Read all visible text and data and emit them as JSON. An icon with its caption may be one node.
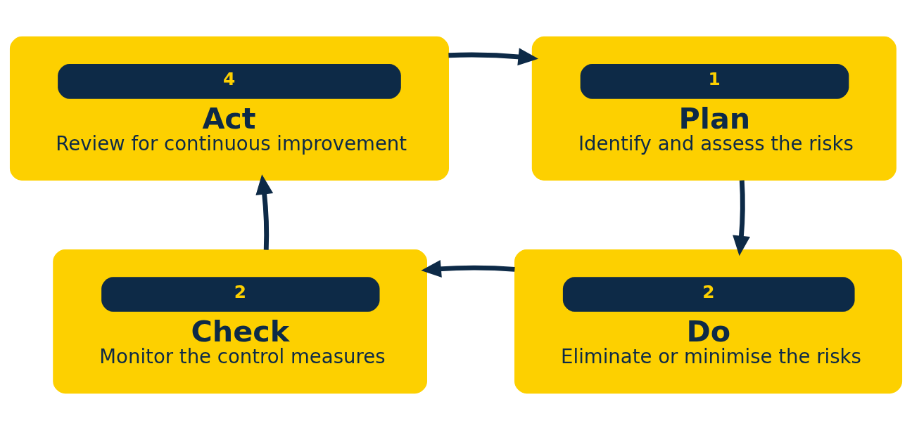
{
  "diagram": {
    "nodes": [
      {
        "text": [
          "4",
          "Act",
          "Review for continuous improvement"
        ]
      },
      {
        "text": [
          "1",
          "Plan",
          "Identify and assess the risks"
        ]
      },
      {
        "text": [
          "2",
          "Check",
          "Monitor the control measures"
        ]
      },
      {
        "text": [
          "2",
          "Do",
          "Eliminate or minimise the risks"
        ]
      }
    ],
    "edges": [
      {
        "from": 0,
        "to": 1,
        "arrow": "to"
      },
      {
        "from": 1,
        "to": 3,
        "arrow": "to"
      },
      {
        "from": 3,
        "to": 2,
        "arrow": "to"
      },
      {
        "from": 2,
        "to": 0,
        "arrow": "to"
      }
    ]
  }
}
